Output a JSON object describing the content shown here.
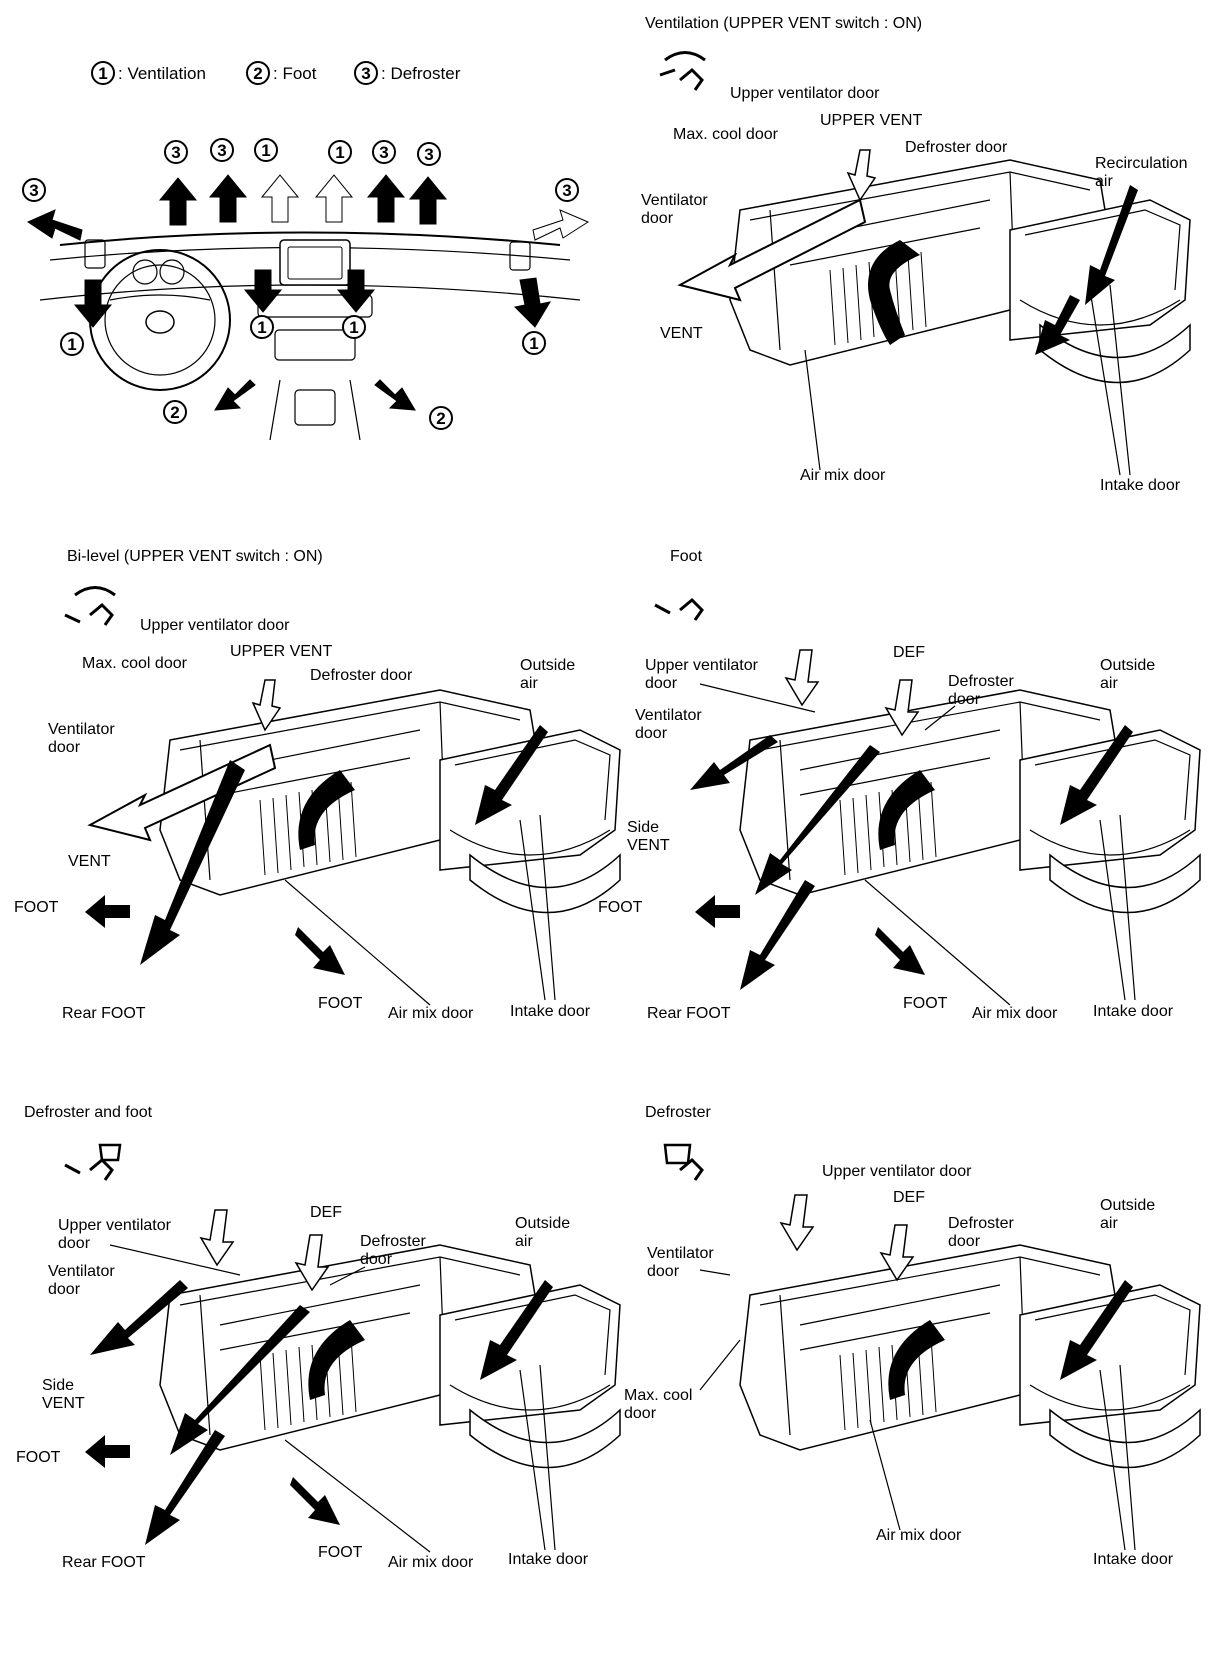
{
  "legend": {
    "n1": "1",
    "t1": ": Ventilation",
    "n2": "2",
    "t2": ": Foot",
    "n3": "3",
    "t3": ": Defroster"
  },
  "dash_marks": {
    "one": "1",
    "two": "2",
    "three": "3"
  },
  "panels": {
    "ventilation": {
      "title": "Ventilation (UPPER VENT switch : ON)",
      "upper_ventilator_door": "Upper ventilator door",
      "upper_vent": "UPPER VENT",
      "max_cool_door": "Max. cool door",
      "defroster_door": "Defroster door",
      "recirc_1": "Recirculation",
      "recirc_2": "air",
      "ventilator_1": "Ventilator",
      "ventilator_2": "door",
      "vent": "VENT",
      "air_mix_door": "Air mix door",
      "intake_door": "Intake door"
    },
    "bilevel": {
      "title": "Bi-level (UPPER VENT switch : ON)",
      "upper_ventilator_door": "Upper ventilator door",
      "upper_vent": "UPPER VENT",
      "max_cool_door": "Max. cool door",
      "defroster_door": "Defroster door",
      "outside_1": "Outside",
      "outside_2": "air",
      "ventilator_1": "Ventilator",
      "ventilator_2": "door",
      "vent": "VENT",
      "foot": "FOOT",
      "rear_foot": "Rear FOOT",
      "foot2": "FOOT",
      "air_mix_door": "Air mix door",
      "intake_door": "Intake door"
    },
    "foot": {
      "title": "Foot",
      "upper_vent_1": "Upper ventilator",
      "upper_vent_2": "door",
      "def": "DEF",
      "defroster_1": "Defroster",
      "defroster_2": "door",
      "outside_1": "Outside",
      "outside_2": "air",
      "ventilator_1": "Ventilator",
      "ventilator_2": "door",
      "side_1": "Side",
      "side_2": "VENT",
      "foot": "FOOT",
      "rear_foot": "Rear FOOT",
      "foot2": "FOOT",
      "air_mix_door": "Air mix door",
      "intake_door": "Intake door"
    },
    "def_foot": {
      "title": "Defroster and foot",
      "upper_vent_1": "Upper ventilator",
      "upper_vent_2": "door",
      "def": "DEF",
      "defroster_1": "Defroster",
      "defroster_2": "door",
      "outside_1": "Outside",
      "outside_2": "air",
      "ventilator_1": "Ventilator",
      "ventilator_2": "door",
      "side_1": "Side",
      "side_2": "VENT",
      "foot": "FOOT",
      "rear_foot": "Rear FOOT",
      "foot2": "FOOT",
      "air_mix_door": "Air mix door",
      "intake_door": "Intake door"
    },
    "defroster": {
      "title": "Defroster",
      "upper_ventilator_door": "Upper ventilator door",
      "def": "DEF",
      "defroster_1": "Defroster",
      "defroster_2": "door",
      "outside_1": "Outside",
      "outside_2": "air",
      "ventilator_1": "Ventilator",
      "ventilator_2": "door",
      "max_cool_1": "Max. cool",
      "max_cool_2": "door",
      "air_mix_door": "Air mix door",
      "intake_door": "Intake door"
    }
  },
  "icons": {
    "circled_number": "circled-number-icon",
    "airflow_arrow": "airflow-arrow-icon",
    "vent_mode": "vent-mode-icon",
    "bilevel_mode": "bilevel-mode-icon",
    "foot_mode": "foot-mode-icon",
    "def_foot_mode": "defroster-foot-mode-icon",
    "def_mode": "defroster-mode-icon"
  }
}
